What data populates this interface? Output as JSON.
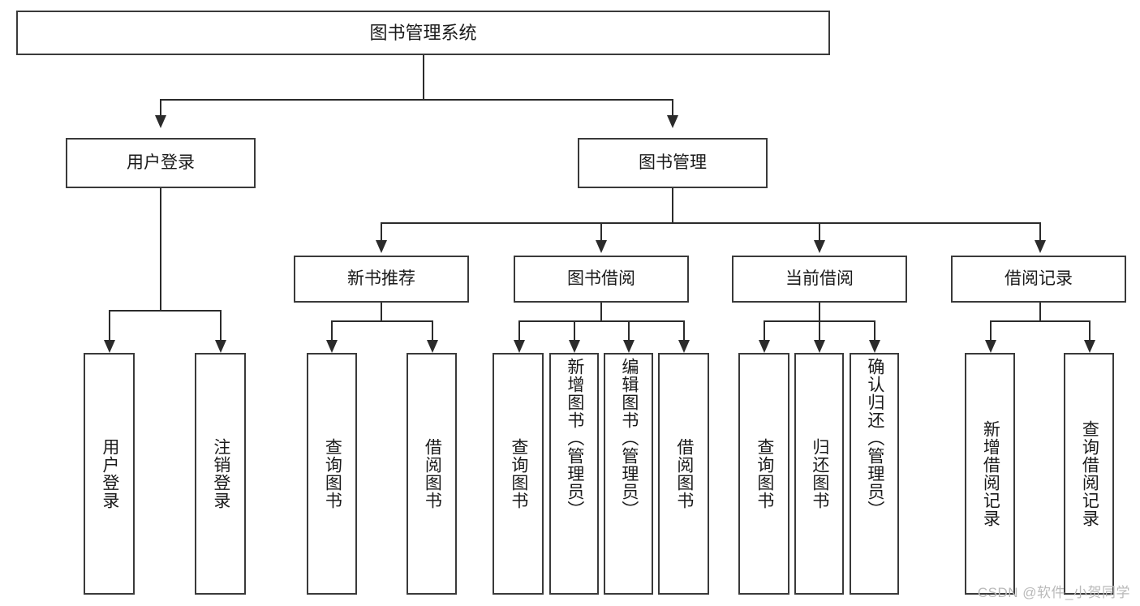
{
  "diagram": {
    "title": "图书管理系统",
    "type": "hierarchy-tree",
    "root": {
      "label": "图书管理系统"
    },
    "level2": [
      {
        "label": "用户登录"
      },
      {
        "label": "图书管理"
      }
    ],
    "level3": [
      {
        "label": "新书推荐"
      },
      {
        "label": "图书借阅"
      },
      {
        "label": "当前借阅"
      },
      {
        "label": "借阅记录"
      }
    ],
    "leaves": {
      "user_login": [
        {
          "label": "用户登录"
        },
        {
          "label": "注销登录"
        }
      ],
      "new_book_recommend": [
        {
          "label": "查询图书"
        },
        {
          "label": "借阅图书"
        }
      ],
      "book_borrow": [
        {
          "label": "查询图书"
        },
        {
          "label": "新增图书（管理员）"
        },
        {
          "label": "编辑图书（管理员）"
        },
        {
          "label": "借阅图书"
        }
      ],
      "current_borrow": [
        {
          "label": "查询图书"
        },
        {
          "label": "归还图书"
        },
        {
          "label": "确认归还（管理员）"
        }
      ],
      "borrow_record": [
        {
          "label": "新增借阅记录"
        },
        {
          "label": "查询借阅记录"
        }
      ]
    }
  },
  "watermark": {
    "text": "CSDN @软件_小贺同学"
  },
  "colors": {
    "stroke": "#3a3a3a",
    "connector": "#2b2b2b",
    "background": "#ffffff",
    "text": "#1a1a1a",
    "watermark": "#b9b9b9"
  }
}
